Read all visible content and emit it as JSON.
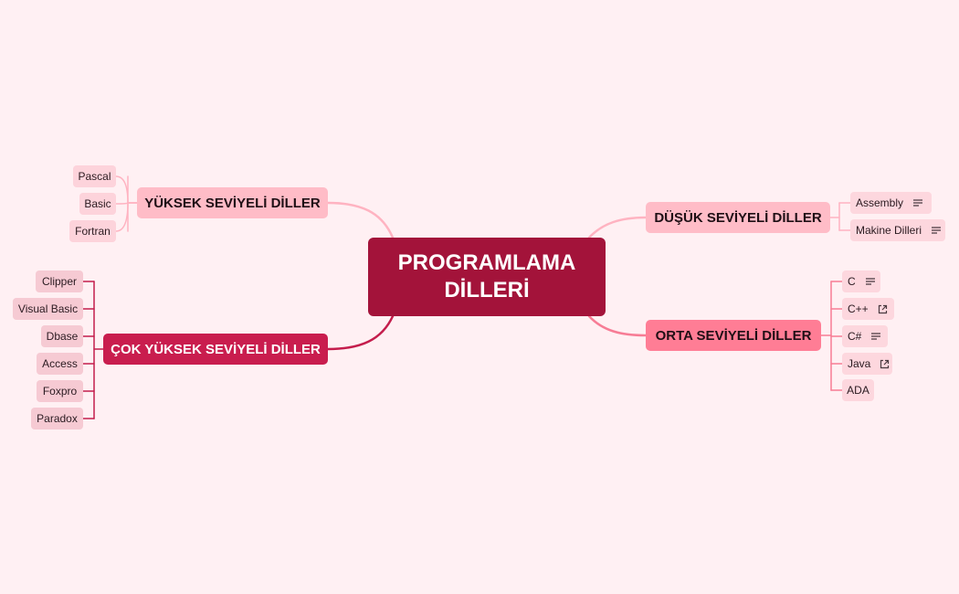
{
  "root": {
    "label": "PROGRAMLAMA\nDİLLERİ"
  },
  "branches": [
    {
      "id": "yuksek",
      "label": "YÜKSEK SEVİYELİ DİLLER",
      "leaves": [
        {
          "label": "Pascal"
        },
        {
          "label": "Basic"
        },
        {
          "label": "Fortran"
        }
      ]
    },
    {
      "id": "cok",
      "label": "ÇOK YÜKSEK SEVİYELİ DİLLER",
      "leaves": [
        {
          "label": "Clipper"
        },
        {
          "label": "Visual Basic"
        },
        {
          "label": "Dbase"
        },
        {
          "label": "Access"
        },
        {
          "label": "Foxpro"
        },
        {
          "label": "Paradox"
        }
      ]
    },
    {
      "id": "dusuk",
      "label": "DÜŞÜK SEVİYELİ DİLLER",
      "leaves": [
        {
          "label": "Assembly",
          "icon": "notes-icon"
        },
        {
          "label": "Makine Dilleri",
          "icon": "notes-icon"
        }
      ]
    },
    {
      "id": "orta",
      "label": "ORTA SEVİYELİ DİLLER",
      "leaves": [
        {
          "label": "C",
          "icon": "notes-icon"
        },
        {
          "label": "C++",
          "icon": "external-link-icon"
        },
        {
          "label": "C#",
          "icon": "notes-icon"
        },
        {
          "label": "Java",
          "icon": "external-link-icon"
        },
        {
          "label": "ADA"
        }
      ]
    }
  ],
  "colors": {
    "background": "#fff0f3",
    "root": "#a3133a",
    "branch_light": "#ffbcc7",
    "branch_mid": "#ff7d95",
    "branch_dark": "#c91d4e",
    "link_light": "#ffb3c1",
    "link_mid": "#f77c95",
    "link_dark": "#c41d4c"
  }
}
